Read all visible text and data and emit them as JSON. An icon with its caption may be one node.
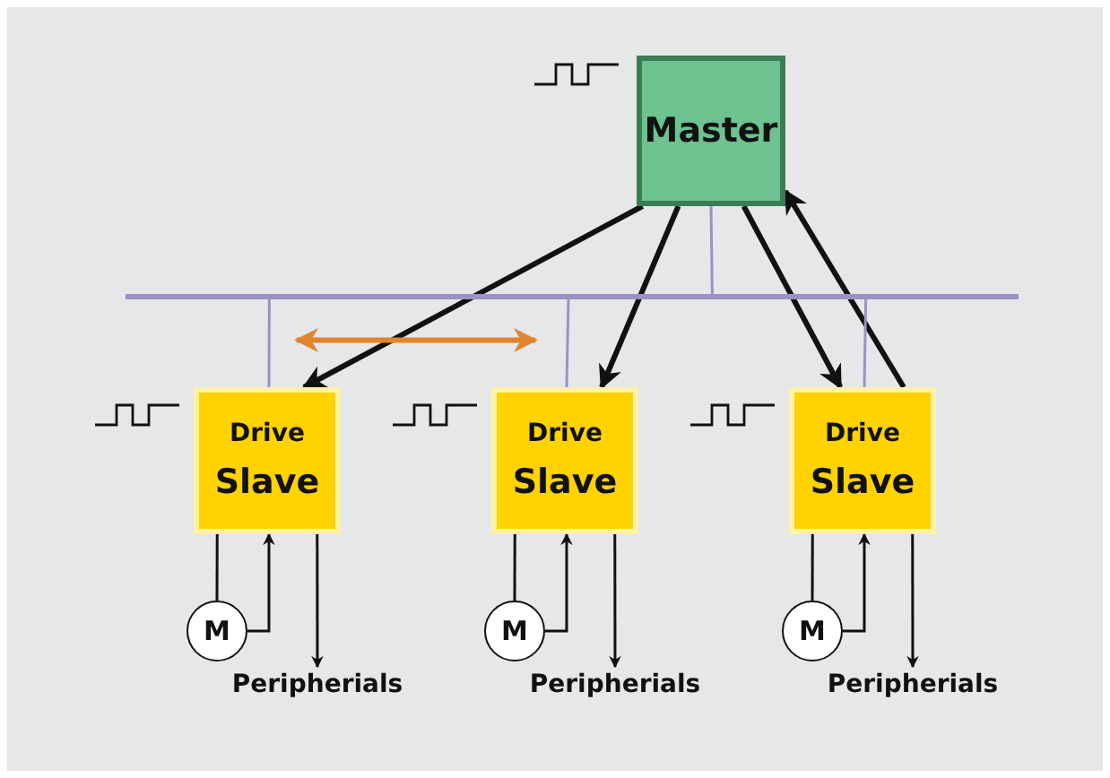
{
  "diagram": {
    "nodes": [
      {
        "text": [
          "Master"
        ]
      },
      {
        "text": [
          "Drive",
          "Slave"
        ]
      },
      {
        "text": [
          "Drive",
          "Slave"
        ]
      },
      {
        "text": [
          "Drive",
          "Slave"
        ]
      },
      {
        "text": [
          "M"
        ]
      },
      {
        "text": [
          "M"
        ]
      },
      {
        "text": [
          "M"
        ]
      },
      {
        "text": [
          "Peripherials"
        ]
      },
      {
        "text": [
          "Peripherials"
        ]
      },
      {
        "text": [
          "Peripherials"
        ]
      },
      {
        "text": [],
        "shape": "bar"
      }
    ],
    "edges": [
      {
        "from": 0,
        "to": 1,
        "arrow": "to",
        "style": "thick"
      },
      {
        "from": 0,
        "to": 2,
        "arrow": "to",
        "style": "thick"
      },
      {
        "from": 0,
        "to": 3,
        "arrow": "to",
        "style": "thick"
      },
      {
        "from": 3,
        "to": 0,
        "arrow": "to",
        "style": "thick"
      },
      {
        "from": 1,
        "to": 2,
        "arrow": "both",
        "style": "thick",
        "color": "#e0862e"
      },
      {
        "from": 0,
        "to": 10,
        "arrow": "none",
        "color": "#9d91c4"
      },
      {
        "from": 10,
        "to": 1,
        "arrow": "none",
        "color": "#9d91c4"
      },
      {
        "from": 10,
        "to": 2,
        "arrow": "none",
        "color": "#9d91c4"
      },
      {
        "from": 10,
        "to": 3,
        "arrow": "none",
        "color": "#9d91c4"
      },
      {
        "from": 1,
        "to": 4,
        "arrow": "none"
      },
      {
        "from": 2,
        "to": 5,
        "arrow": "none"
      },
      {
        "from": 3,
        "to": 6,
        "arrow": "none"
      },
      {
        "from": 4,
        "to": 1,
        "arrow": "to"
      },
      {
        "from": 5,
        "to": 2,
        "arrow": "to"
      },
      {
        "from": 6,
        "to": 3,
        "arrow": "to"
      },
      {
        "from": 1,
        "to": 7,
        "arrow": "to"
      },
      {
        "from": 2,
        "to": 8,
        "arrow": "to"
      },
      {
        "from": 3,
        "to": 9,
        "arrow": "to"
      }
    ]
  }
}
